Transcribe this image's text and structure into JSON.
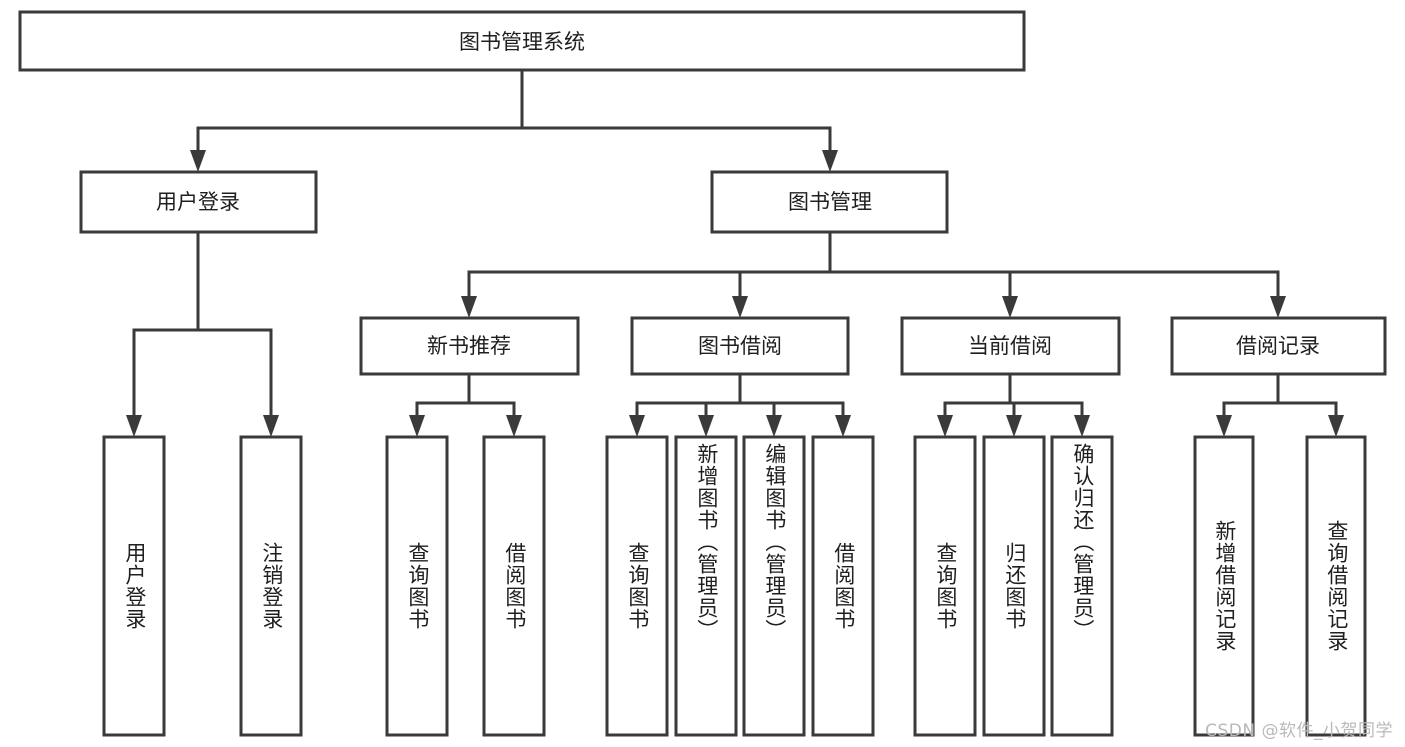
{
  "diagram": {
    "type": "tree",
    "title": "图书管理系统",
    "watermark": "CSDN @软件_小贺同学",
    "colors": {
      "box_stroke": "#3a3a3a",
      "box_fill": "#ffffff",
      "connector": "#3a3a3a",
      "text": "#1f1f1f",
      "background": "#ffffff",
      "watermark": "#b9b9b9"
    },
    "root": {
      "label": "图书管理系统"
    },
    "level1": [
      {
        "label": "用户登录"
      },
      {
        "label": "图书管理"
      }
    ],
    "level2": [
      {
        "label": "新书推荐"
      },
      {
        "label": "图书借阅"
      },
      {
        "label": "当前借阅"
      },
      {
        "label": "借阅记录"
      }
    ],
    "leaves": {
      "user_login": [
        {
          "label": "用户登录"
        },
        {
          "label": "注销登录"
        }
      ],
      "new_book_recommend": [
        {
          "label": "查询图书"
        },
        {
          "label": "借阅图书"
        }
      ],
      "book_borrow": [
        {
          "label": "查询图书"
        },
        {
          "label": "新增图书（管理员）"
        },
        {
          "label": "编辑图书（管理员）"
        },
        {
          "label": "借阅图书"
        }
      ],
      "current_borrow": [
        {
          "label": "查询图书"
        },
        {
          "label": "归还图书"
        },
        {
          "label": "确认归还（管理员）"
        }
      ],
      "borrow_record": [
        {
          "label": "新增借阅记录"
        },
        {
          "label": "查询借阅记录"
        }
      ]
    }
  }
}
